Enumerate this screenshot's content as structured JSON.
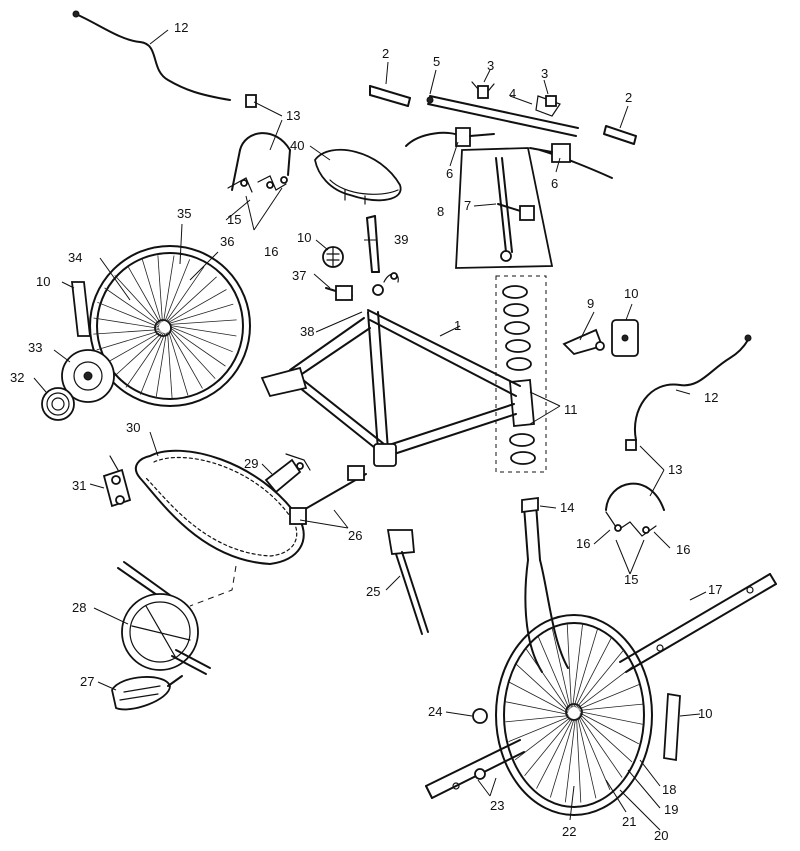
{
  "callouts": {
    "c1": "1",
    "c2a": "2",
    "c2b": "2",
    "c3a": "3",
    "c3b": "3",
    "c4": "4",
    "c5": "5",
    "c6a": "6",
    "c6b": "6",
    "c7": "7",
    "c8": "8",
    "c9": "9",
    "c10a": "10",
    "c10b": "10",
    "c10c": "10",
    "c10d": "10",
    "c11": "11",
    "c12a": "12",
    "c12b": "12",
    "c13a": "13",
    "c13b": "13",
    "c14": "14",
    "c15a": "15",
    "c15b": "15",
    "c16a": "16",
    "c16b": "16",
    "c16c": "16",
    "c17": "17",
    "c18": "18",
    "c19": "19",
    "c20": "20",
    "c21": "21",
    "c22": "22",
    "c23": "23",
    "c24": "24",
    "c25": "25",
    "c26": "26",
    "c27": "27",
    "c28": "28",
    "c29": "29",
    "c30": "30",
    "c31": "31",
    "c32": "32",
    "c33": "33",
    "c34": "34",
    "c35": "35",
    "c36": "36",
    "c37": "37",
    "c38": "38",
    "c39": "39",
    "c40": "40"
  }
}
